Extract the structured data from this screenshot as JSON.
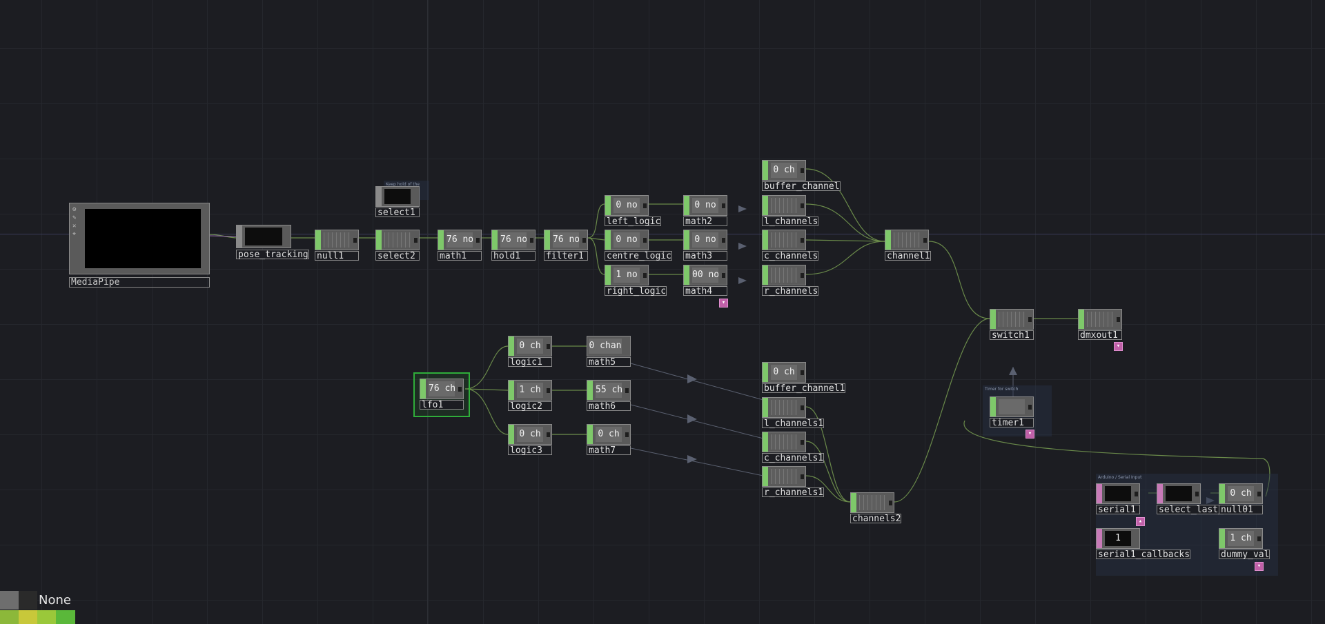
{
  "nodes": {
    "mediapipe": "MediaPipe",
    "pose_tracking": "pose_tracking",
    "select1": "select1",
    "null1": "null1",
    "select2": "select2",
    "math1": "math1",
    "math1_val": "76 no",
    "hold1": "hold1",
    "hold1_val": "76 no",
    "filter1": "filter1",
    "filter1_val": "76 no",
    "left_logic": "left_logic",
    "left_logic_val": "0 no",
    "centre_logic": "centre_logic",
    "centre_logic_val": "0 no",
    "right_logic": "right_logic",
    "right_logic_val": "1 no",
    "math2": "math2",
    "math2_val": "0 no",
    "math3": "math3",
    "math3_val": "0 no",
    "math4": "math4",
    "math4_val": "00 no",
    "buffer_channel": "buffer_channel",
    "buffer_channel_val": "0 ch",
    "l_channels": "l_channels",
    "c_channels": "c_channels",
    "r_channels": "r_channels",
    "channel1": "channel1",
    "switch1": "switch1",
    "dmxout1": "dmxout1",
    "timer1": "timer1",
    "lfo1": "lfo1",
    "lfo1_val": "76 ch",
    "logic1": "logic1",
    "logic1_val": "0 ch",
    "logic2": "logic2",
    "logic2_val": "1 ch",
    "logic3": "logic3",
    "logic3_val": "0 ch",
    "math5": "math5",
    "math5_val": "0 chan",
    "math6": "math6",
    "math6_val": "55 ch",
    "math7": "math7",
    "math7_val": "0 ch",
    "buffer_channel1": "buffer_channel1",
    "buffer_channel1_val": "0 ch",
    "l_channels1": "l_channels1",
    "c_channels1": "c_channels1",
    "r_channels1": "r_channels1",
    "channels2": "channels2",
    "serial1": "serial1",
    "select_last_value": "select_last_value",
    "null01": "null01",
    "null01_val": "0 ch",
    "serial1_callbacks": "serial1_callbacks",
    "serial1_callbacks_val": "1",
    "dummy_val": "dummy_val",
    "dummy_val_val": "1 ch"
  },
  "annotations": {
    "select1_note": "Keep hold of the last v",
    "timer_note": "Timer for switch",
    "arduino_note": "Arduino / Serial Input"
  },
  "palette": {
    "none_label": "None",
    "colors": [
      "#6e6e6e",
      "#2a2a2a",
      "#8cb83a",
      "#c8c83a",
      "#9ac83a",
      "#5ab83a"
    ]
  },
  "colors": {
    "chop": "#7ec86a",
    "dat": "#c87ab8",
    "wire_chop": "#6a8a4a",
    "wire_top": "#9a70b0",
    "selected": "#2fae3a"
  }
}
